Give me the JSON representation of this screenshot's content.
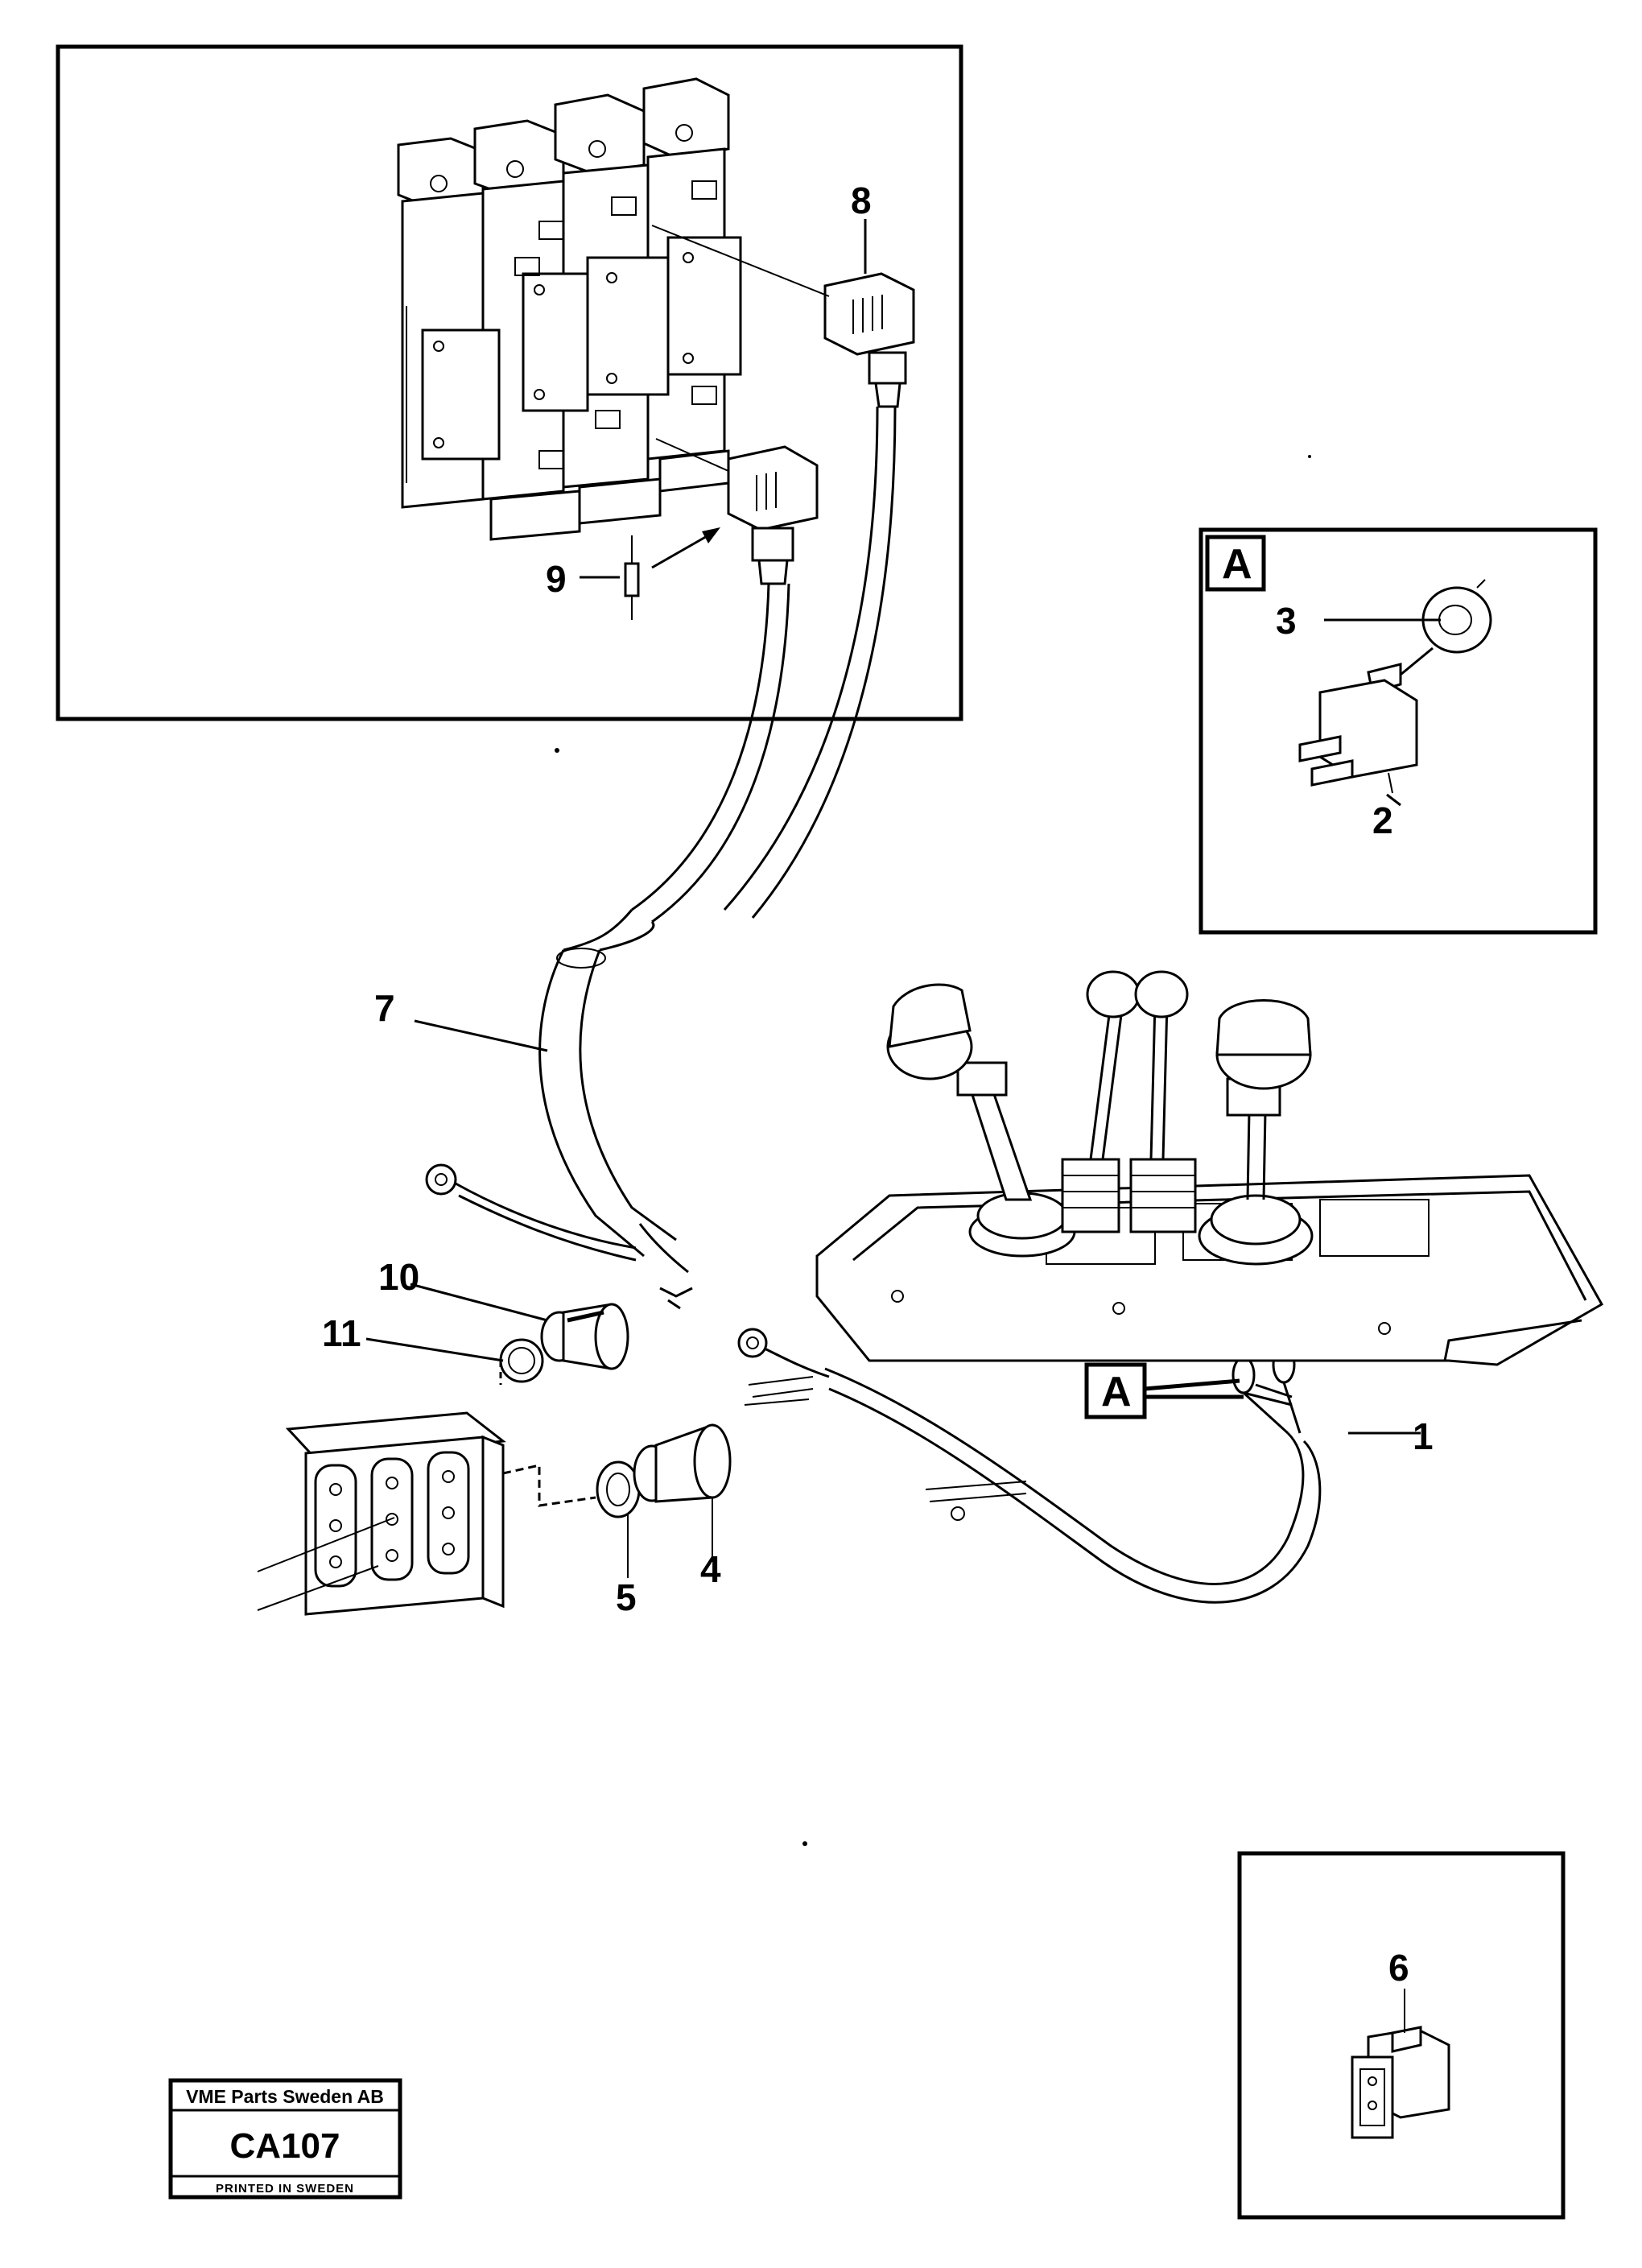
{
  "callouts": {
    "c1": "1",
    "c2": "2",
    "c3": "3",
    "c4": "4",
    "c5": "5",
    "c6": "6",
    "c7": "7",
    "c8": "8",
    "c9": "9",
    "c10": "10",
    "c11": "11"
  },
  "detail_tag": "A",
  "stamp": {
    "company": "VME Parts Sweden AB",
    "code": "CA107",
    "printed": "PRINTED IN SWEDEN"
  }
}
